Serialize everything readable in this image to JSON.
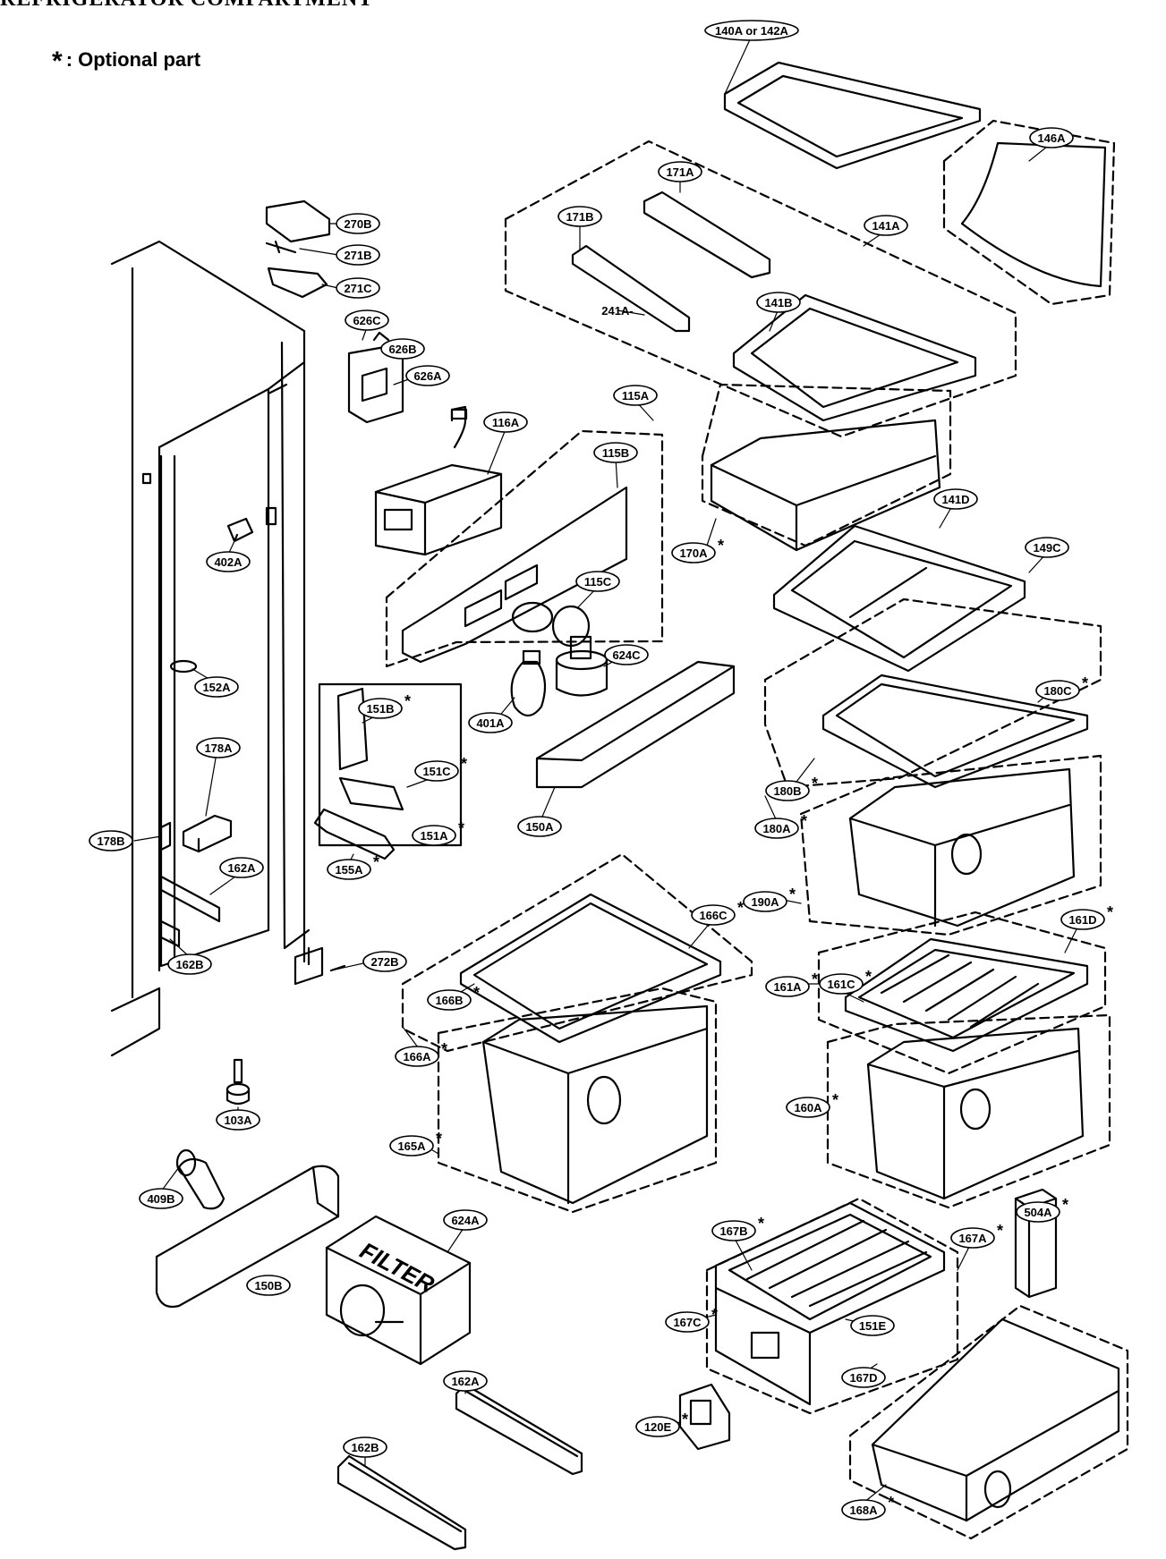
{
  "header": {
    "title": "REFRIGERATOR COMPARTMENT",
    "note_star": "*",
    "note_text": ": Optional part"
  },
  "labels": [
    {
      "text": "140A or 142A",
      "optional": false
    },
    {
      "text": "146A",
      "optional": false
    },
    {
      "text": "171A",
      "optional": false
    },
    {
      "text": "171B",
      "optional": false
    },
    {
      "text": "141A",
      "optional": false
    },
    {
      "text": "141B",
      "optional": false
    },
    {
      "text": "241A",
      "optional": false
    },
    {
      "text": "270B",
      "optional": false
    },
    {
      "text": "271B",
      "optional": false
    },
    {
      "text": "271C",
      "optional": false
    },
    {
      "text": "626C",
      "optional": false
    },
    {
      "text": "626B",
      "optional": false
    },
    {
      "text": "626A",
      "optional": false
    },
    {
      "text": "116A",
      "optional": false
    },
    {
      "text": "115A",
      "optional": false
    },
    {
      "text": "115B",
      "optional": false
    },
    {
      "text": "170A",
      "optional": true
    },
    {
      "text": "141D",
      "optional": false
    },
    {
      "text": "149C",
      "optional": false
    },
    {
      "text": "402A",
      "optional": false
    },
    {
      "text": "115C",
      "optional": false
    },
    {
      "text": "624C",
      "optional": false
    },
    {
      "text": "152A",
      "optional": false
    },
    {
      "text": "401A",
      "optional": false
    },
    {
      "text": "180C",
      "optional": true
    },
    {
      "text": "151B",
      "optional": true
    },
    {
      "text": "151C",
      "optional": true
    },
    {
      "text": "178A",
      "optional": false
    },
    {
      "text": "180B",
      "optional": true
    },
    {
      "text": "150A",
      "optional": false
    },
    {
      "text": "151A",
      "optional": true
    },
    {
      "text": "180A",
      "optional": true
    },
    {
      "text": "178B",
      "optional": false
    },
    {
      "text": "155A",
      "optional": true
    },
    {
      "text": "162A",
      "optional": false
    },
    {
      "text": "190A",
      "optional": true
    },
    {
      "text": "166C",
      "optional": true
    },
    {
      "text": "161D",
      "optional": true
    },
    {
      "text": "162B",
      "optional": false
    },
    {
      "text": "272B",
      "optional": false
    },
    {
      "text": "161A",
      "optional": true
    },
    {
      "text": "161C",
      "optional": true
    },
    {
      "text": "166B",
      "optional": true
    },
    {
      "text": "166A",
      "optional": true
    },
    {
      "text": "103A",
      "optional": false
    },
    {
      "text": "160A",
      "optional": true
    },
    {
      "text": "165A",
      "optional": true
    },
    {
      "text": "409B",
      "optional": false
    },
    {
      "text": "624A",
      "optional": false
    },
    {
      "text": "504A",
      "optional": true
    },
    {
      "text": "167B",
      "optional": true
    },
    {
      "text": "167A",
      "optional": true
    },
    {
      "text": "150B",
      "optional": false
    },
    {
      "text": "167C",
      "optional": true
    },
    {
      "text": "151E",
      "optional": false
    },
    {
      "text": "162A",
      "optional": false
    },
    {
      "text": "167D",
      "optional": false
    },
    {
      "text": "120E",
      "optional": true
    },
    {
      "text": "162B",
      "optional": false
    },
    {
      "text": "168A",
      "optional": true
    }
  ],
  "filter_box_text": "FILTER"
}
